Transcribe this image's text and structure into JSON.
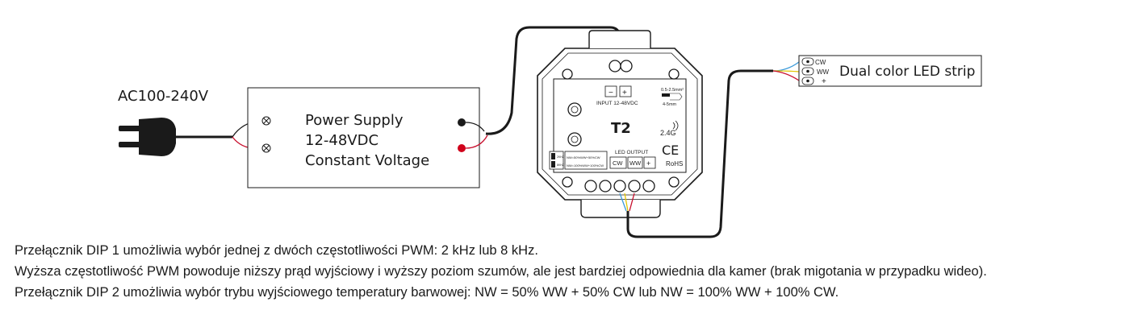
{
  "input_label": "AC100-240V",
  "power_supply": {
    "line1": "Power Supply",
    "line2": "12-48VDC",
    "line3": "Constant Voltage"
  },
  "controller": {
    "model": "T2",
    "input_minus": "−",
    "input_plus": "+",
    "input_label": "INPUT 12-48VDC",
    "wire_spec_1": "0.5-2.5mm²",
    "wire_spec_2": "4-5mm",
    "rf_label": "2.4G",
    "ce_mark": "CE",
    "rohs": "RoHS",
    "led_output_label": "LED OUTPUT",
    "out_cw": "CW",
    "out_ww": "WW",
    "out_plus": "+",
    "dip1_text": "NW=50%WW+50%CW",
    "dip2_text": "NW=100%WW+100%CW",
    "dip1_tag": "2KHZ",
    "dip2_tag": "8KHZ"
  },
  "led_strip": {
    "label": "Dual color LED strip",
    "pin_cw": "CW",
    "pin_ww": "WW",
    "pin_plus": "+"
  },
  "notes": [
    "Przełącznik DIP 1 umożliwia wybór jednej z dwóch częstotliwości PWM: 2 kHz lub 8 kHz.",
    "Wyższa częstotliwość PWM powoduje niższy prąd wyjściowy i wyższy poziom szumów, ale jest bardziej odpowiednia dla kamer (brak migotania w przypadku wideo).",
    "Przełącznik DIP 2 umożliwia wybór trybu wyjściowego temperatury barwowej: NW = 50% WW + 50% CW lub NW = 100% WW + 100% CW."
  ]
}
